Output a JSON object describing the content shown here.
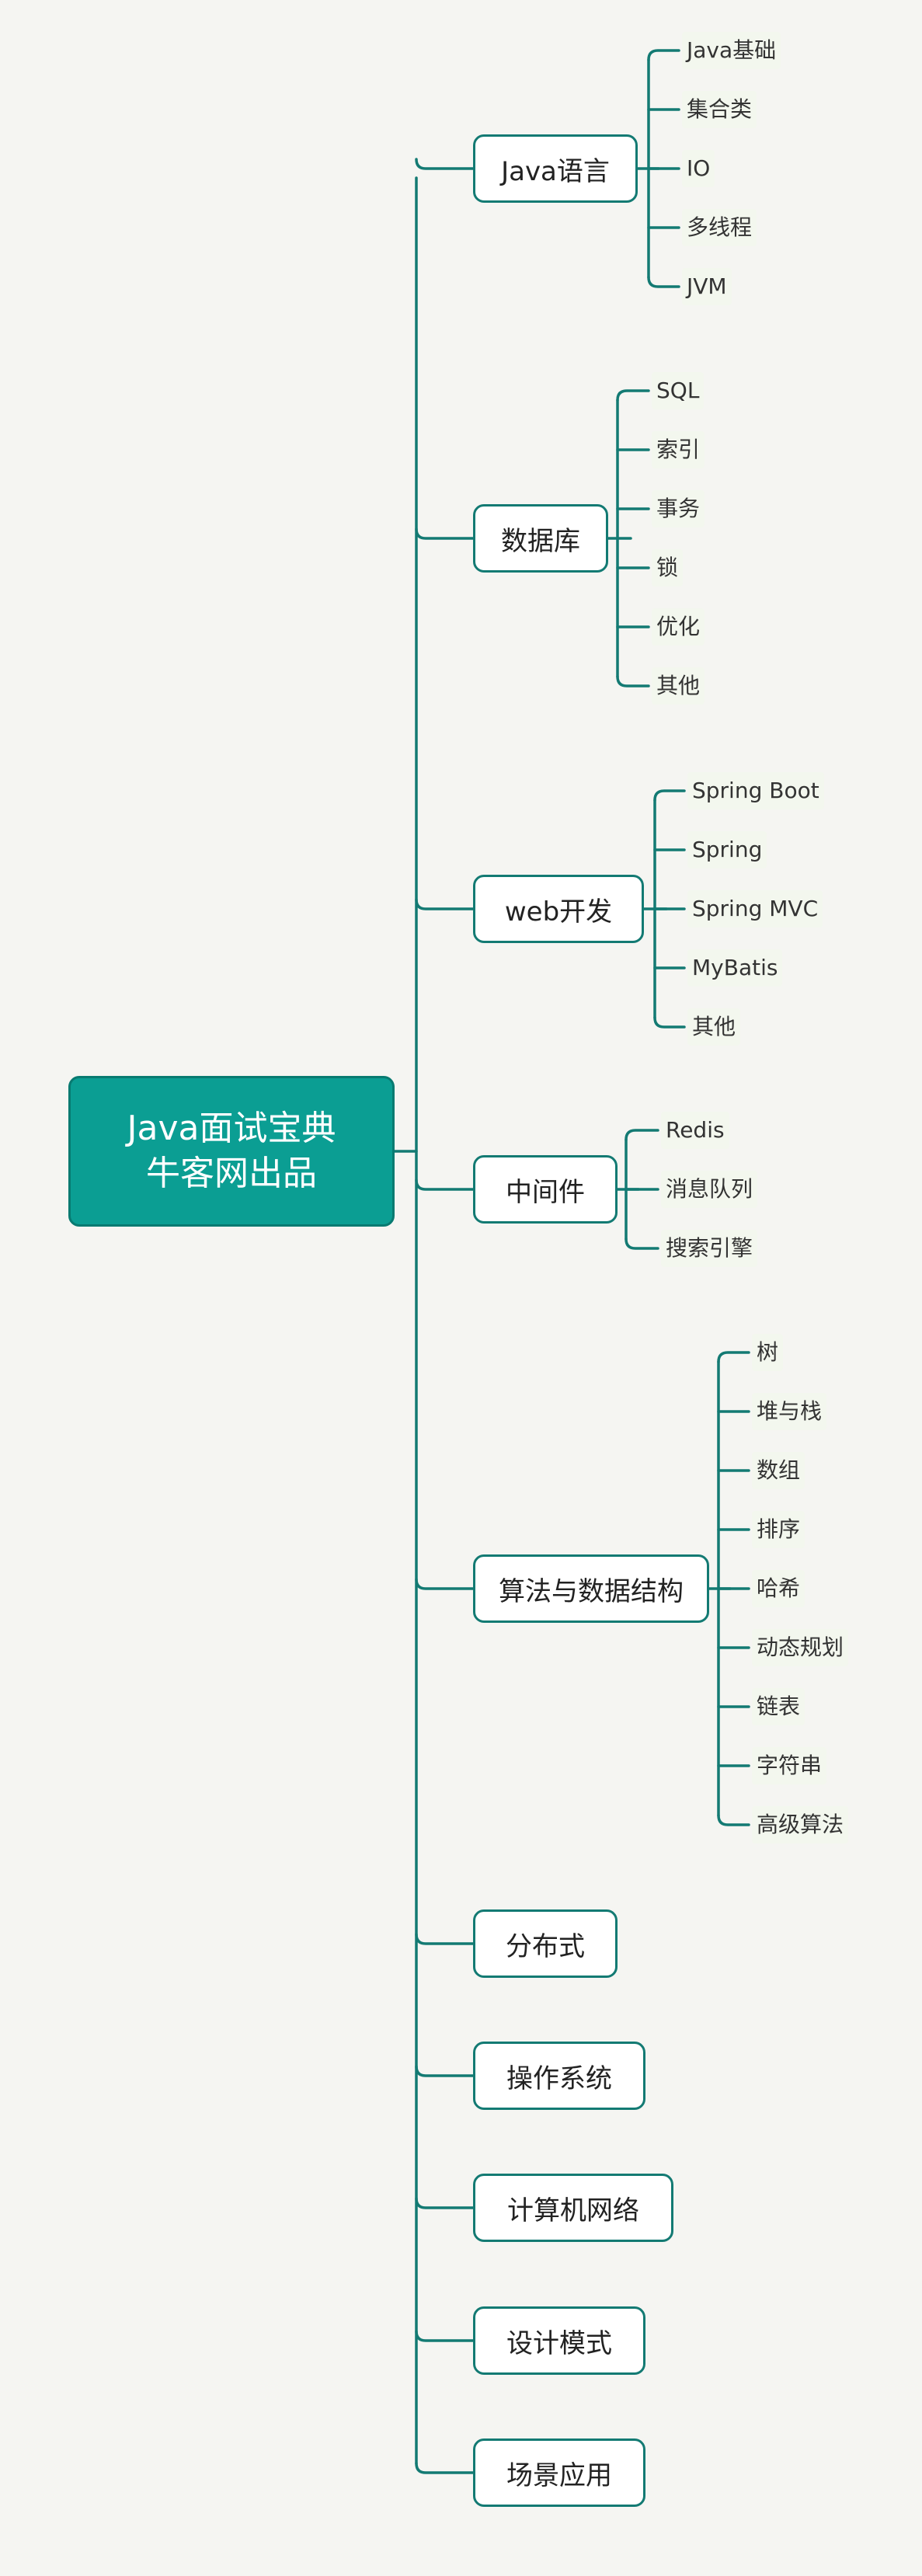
{
  "root": {
    "line1": "Java面试宝典",
    "line2": "牛客网出品"
  },
  "colors": {
    "line": "#137a73",
    "root_fill": "#0b9e93",
    "leaf_bg": "#f3f7ee"
  },
  "branches": [
    {
      "label": "Java语言",
      "children": [
        "Java基础",
        "集合类",
        "IO",
        "多线程",
        "JVM"
      ]
    },
    {
      "label": "数据库",
      "children": [
        "SQL",
        "索引",
        "事务",
        "锁",
        "优化",
        "其他"
      ]
    },
    {
      "label": "web开发",
      "children": [
        "Spring Boot",
        "Spring",
        "Spring MVC",
        "MyBatis",
        "其他"
      ]
    },
    {
      "label": "中间件",
      "children": [
        "Redis",
        "消息队列",
        "搜索引擎"
      ]
    },
    {
      "label": "算法与数据结构",
      "children": [
        "树",
        "堆与栈",
        "数组",
        "排序",
        "哈希",
        "动态规划",
        "链表",
        "字符串",
        "高级算法"
      ]
    },
    {
      "label": "分布式",
      "children": []
    },
    {
      "label": "操作系统",
      "children": []
    },
    {
      "label": "计算机网络",
      "children": []
    },
    {
      "label": "设计模式",
      "children": []
    },
    {
      "label": "场景应用",
      "children": []
    }
  ]
}
